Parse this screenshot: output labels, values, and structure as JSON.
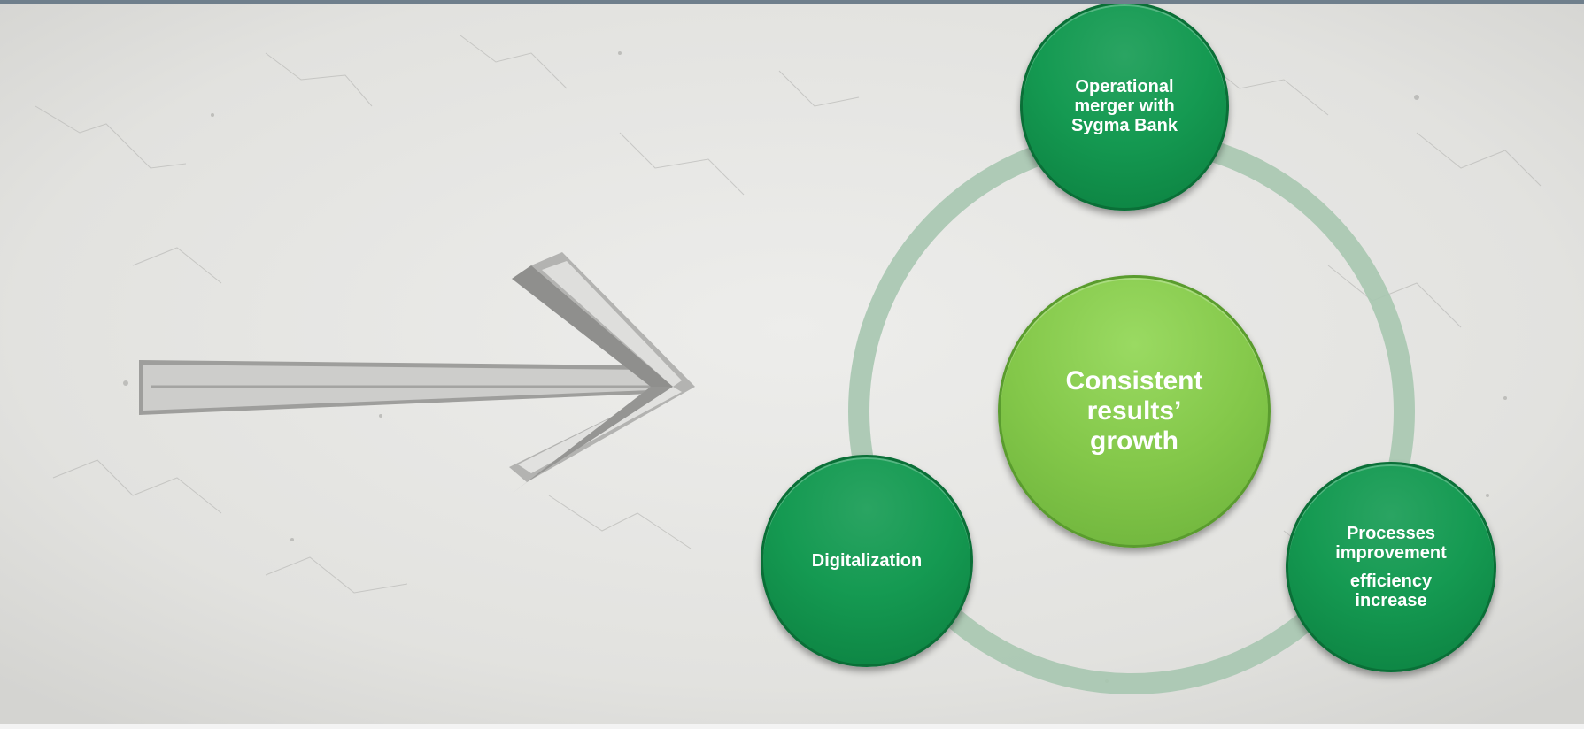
{
  "colors": {
    "background": "#e4e4e2",
    "ring": "#a7c7b0",
    "outer_node": "#159a52",
    "center_node": "#84c84a",
    "text": "#ffffff"
  },
  "diagram": {
    "center": {
      "label": "Consistent\nresults’\ngrowth"
    },
    "nodes": [
      {
        "lines": [
          "Operational\nmerger  with\nSygma Bank"
        ]
      },
      {
        "lines": [
          "Processes\nimprovement",
          "efficiency\nincrease"
        ]
      },
      {
        "lines": [
          "Digitalization"
        ]
      }
    ]
  }
}
